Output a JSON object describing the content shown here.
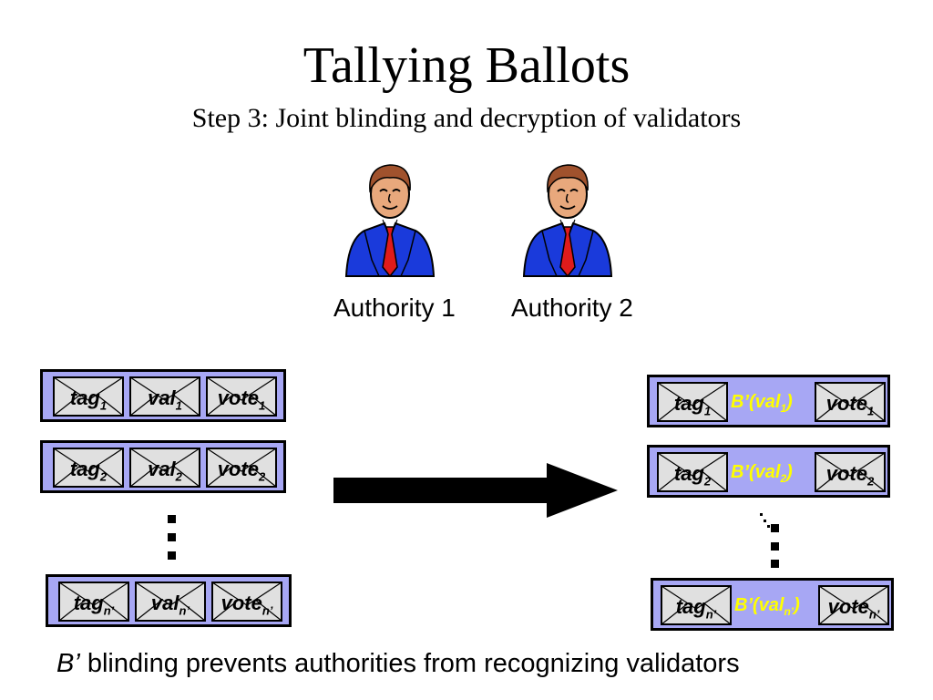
{
  "slide": {
    "title": "Tallying Ballots",
    "subtitle": "Step 3: Joint blinding and decryption of validators"
  },
  "authorities": [
    {
      "label": "Authority 1"
    },
    {
      "label": "Authority 2"
    }
  ],
  "left_rows": [
    {
      "tag": "tag",
      "tag_sub": "1",
      "val": "val",
      "val_sub": "1",
      "vote": "vote",
      "vote_sub": "1"
    },
    {
      "tag": "tag",
      "tag_sub": "2",
      "val": "val",
      "val_sub": "2",
      "vote": "vote",
      "vote_sub": "2"
    },
    {
      "tag": "tag",
      "tag_sub": "n’",
      "val": "val",
      "val_sub": "n’",
      "vote": "vote",
      "vote_sub": "n’"
    }
  ],
  "right_rows": [
    {
      "tag": "tag",
      "tag_sub": "1",
      "blind_pre": "B’(val",
      "blind_sub": "1",
      "blind_post": ")",
      "vote": "vote",
      "vote_sub": "1"
    },
    {
      "tag": "tag",
      "tag_sub": "2",
      "blind_pre": "B’(val",
      "blind_sub": "2",
      "blind_post": ")",
      "vote": "vote",
      "vote_sub": "2"
    },
    {
      "tag": "tag",
      "tag_sub": "n’",
      "blind_pre": "B’(val",
      "blind_sub": "n’",
      "blind_post": ")",
      "vote": "vote",
      "vote_sub": "n’"
    }
  ],
  "caption": {
    "italic_part": "B’",
    "rest": " blinding prevents authorities from recognizing validators"
  },
  "colors": {
    "row_fill": "#a7a7f4",
    "blind_text": "#ffff00",
    "suit": "#1a3adb",
    "tie": "#e01b1b"
  },
  "icons": [
    "authority-person-icon",
    "envelope-icon",
    "arrow-right-icon"
  ]
}
